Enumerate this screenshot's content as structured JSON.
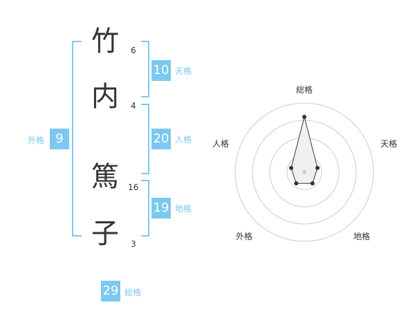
{
  "name": {
    "chars": [
      {
        "char": "竹",
        "strokes": "6"
      },
      {
        "char": "内",
        "strokes": "4"
      },
      {
        "char": "篤",
        "strokes": "16"
      },
      {
        "char": "子",
        "strokes": "3"
      }
    ]
  },
  "fortune": {
    "tenkaku": {
      "value": "10",
      "label": "天格"
    },
    "jinkaku": {
      "value": "20",
      "label": "人格"
    },
    "chikaku": {
      "value": "19",
      "label": "地格"
    },
    "gaikaku": {
      "value": "9",
      "label": "外格"
    },
    "soukaku": {
      "value": "29",
      "label": "総格"
    }
  },
  "chart_data": {
    "type": "radar",
    "axes": [
      "総格",
      "天格",
      "地格",
      "外格",
      "人格"
    ],
    "values": [
      0.8,
      0.2,
      0.2,
      0.2,
      0.2
    ],
    "rings": 4,
    "colors": {
      "fill": "#f0f0f0",
      "line": "#333333",
      "grid": "#cccccc",
      "accent": "#7cc8f0"
    }
  }
}
